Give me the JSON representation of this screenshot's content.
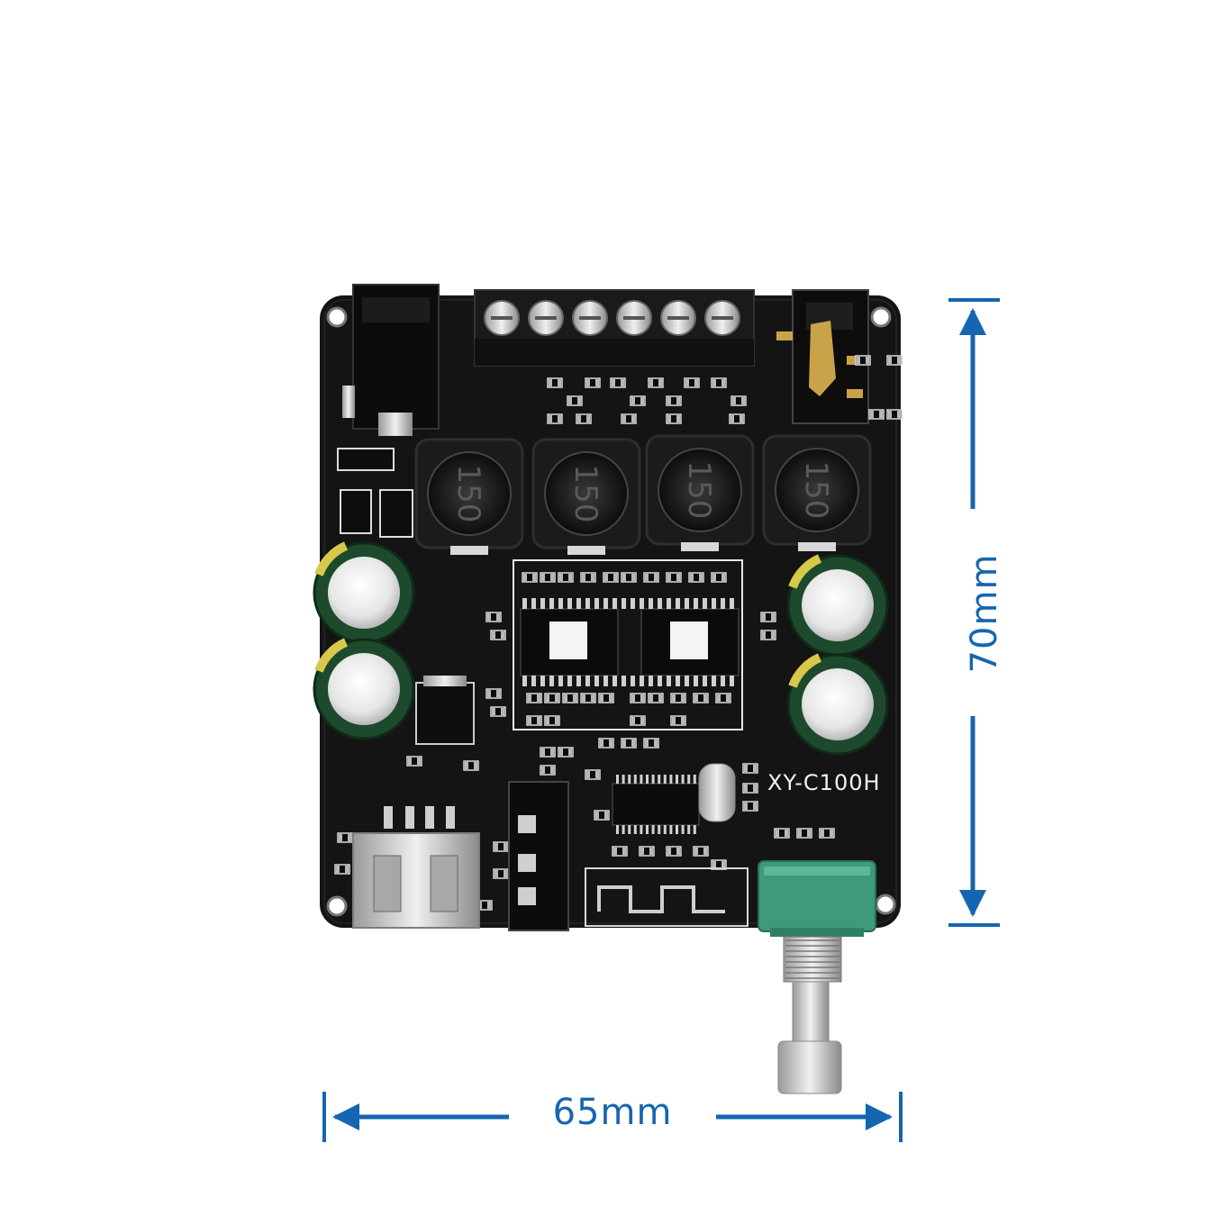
{
  "product": {
    "model_label": "XY-C100H",
    "inductor_marking": "150"
  },
  "dimensions": {
    "width_label": "65mm",
    "height_label": "70mm"
  },
  "colors": {
    "dimension_arrow": "#1565b0",
    "pcb": "#141414",
    "silkscreen": "#f2f2f2",
    "terminal_block": "#1a1a1a",
    "potentiometer": "#3f9a7c",
    "capacitor_sleeve": "#1d4a2c",
    "capacitor_stripe": "#d8c84a"
  }
}
